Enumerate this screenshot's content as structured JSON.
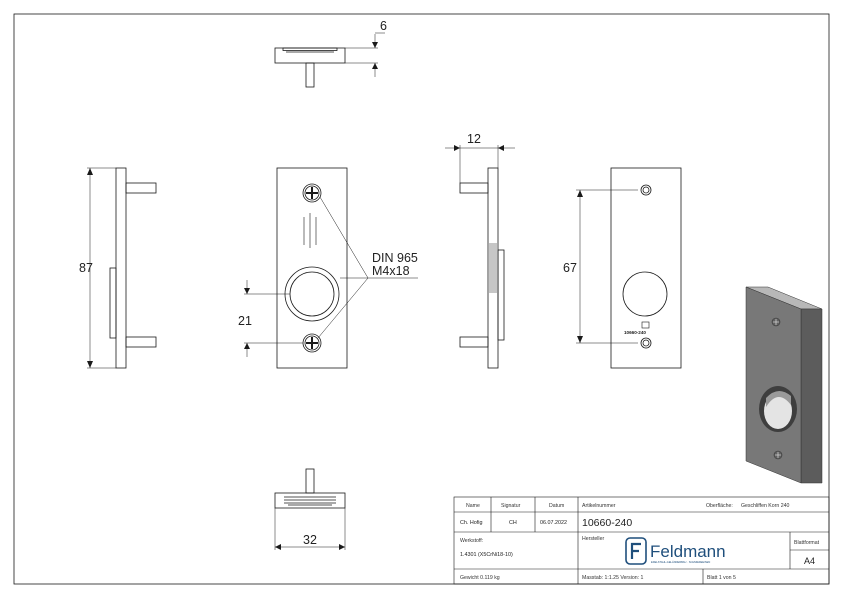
{
  "dimensions": {
    "thickness": "6",
    "height": "87",
    "side_depth": "12",
    "hole_spacing": "67",
    "hole_offset": "21",
    "width": "32"
  },
  "screw_callout": {
    "line1": "DIN 965",
    "line2": "M4x18"
  },
  "part_marking": "10660-240",
  "title_block": {
    "name_label": "Name",
    "signature_label": "Signatur",
    "date_label": "Datum",
    "name_value": "Ch. Hofig",
    "signature_value": "CH",
    "date_value": "06.07.2022",
    "article_label": "Artikelnummer",
    "surface_label": "Oberfläche:",
    "surface_value": "Geschliffen Korn 240",
    "article_value": "10660-240",
    "material_label": "Werkstoff:",
    "material_value": "1.4301 (X5CrNi18-10)",
    "manufacturer_label": "Hersteller",
    "brand_name": "Feldmann",
    "brand_tagline": "EDELSTAHL-GELÄNDERBAU · SCHMIEDEEISEN",
    "sheet_format_label": "Blattformat",
    "sheet_format_value": "A4",
    "weight": "Gewicht 0.119 kg",
    "scale_version": "Masstab: 1:1.25   Version: 1",
    "sheet_number": "Blatt 1 von 5"
  },
  "colors": {
    "line": "#1a1a1a",
    "brand": "#1f4f7c",
    "render_face": "#787878",
    "render_top": "#b8b8b8",
    "render_side": "#5c5c5c"
  }
}
